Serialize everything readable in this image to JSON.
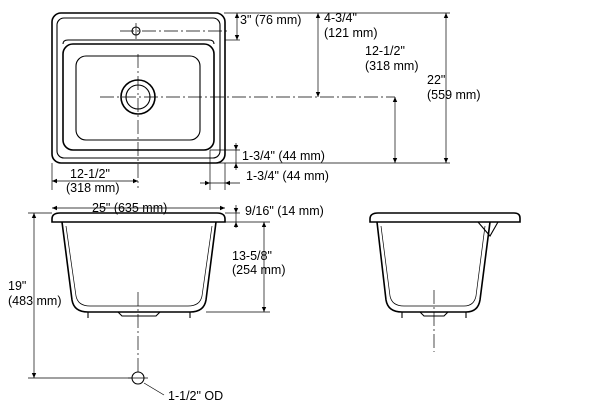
{
  "labels": {
    "top_offset": "3\" (76 mm)",
    "drain_from_top": "4-3/4\"",
    "drain_from_top_mm": "(121 mm)",
    "drain_to_front": "12-1/2\"",
    "drain_to_front_mm": "(318 mm)",
    "overall_depth": "22\"",
    "overall_depth_mm": "(559 mm)",
    "front_rim": "1-3/4\" (44 mm)",
    "drain_from_side": "12-1/2\"",
    "drain_from_side_mm": "(318 mm)",
    "side_rim": "1-3/4\" (44 mm)",
    "overall_width": "25\" (635 mm)",
    "rim_height": "9/16\" (14 mm)",
    "bowl_depth": "13-5/8\"",
    "bowl_depth_mm": "(254 mm)",
    "total_height": "19\"",
    "total_height_mm": "(483 mm)",
    "drain_size": "1-1/2\" OD"
  }
}
